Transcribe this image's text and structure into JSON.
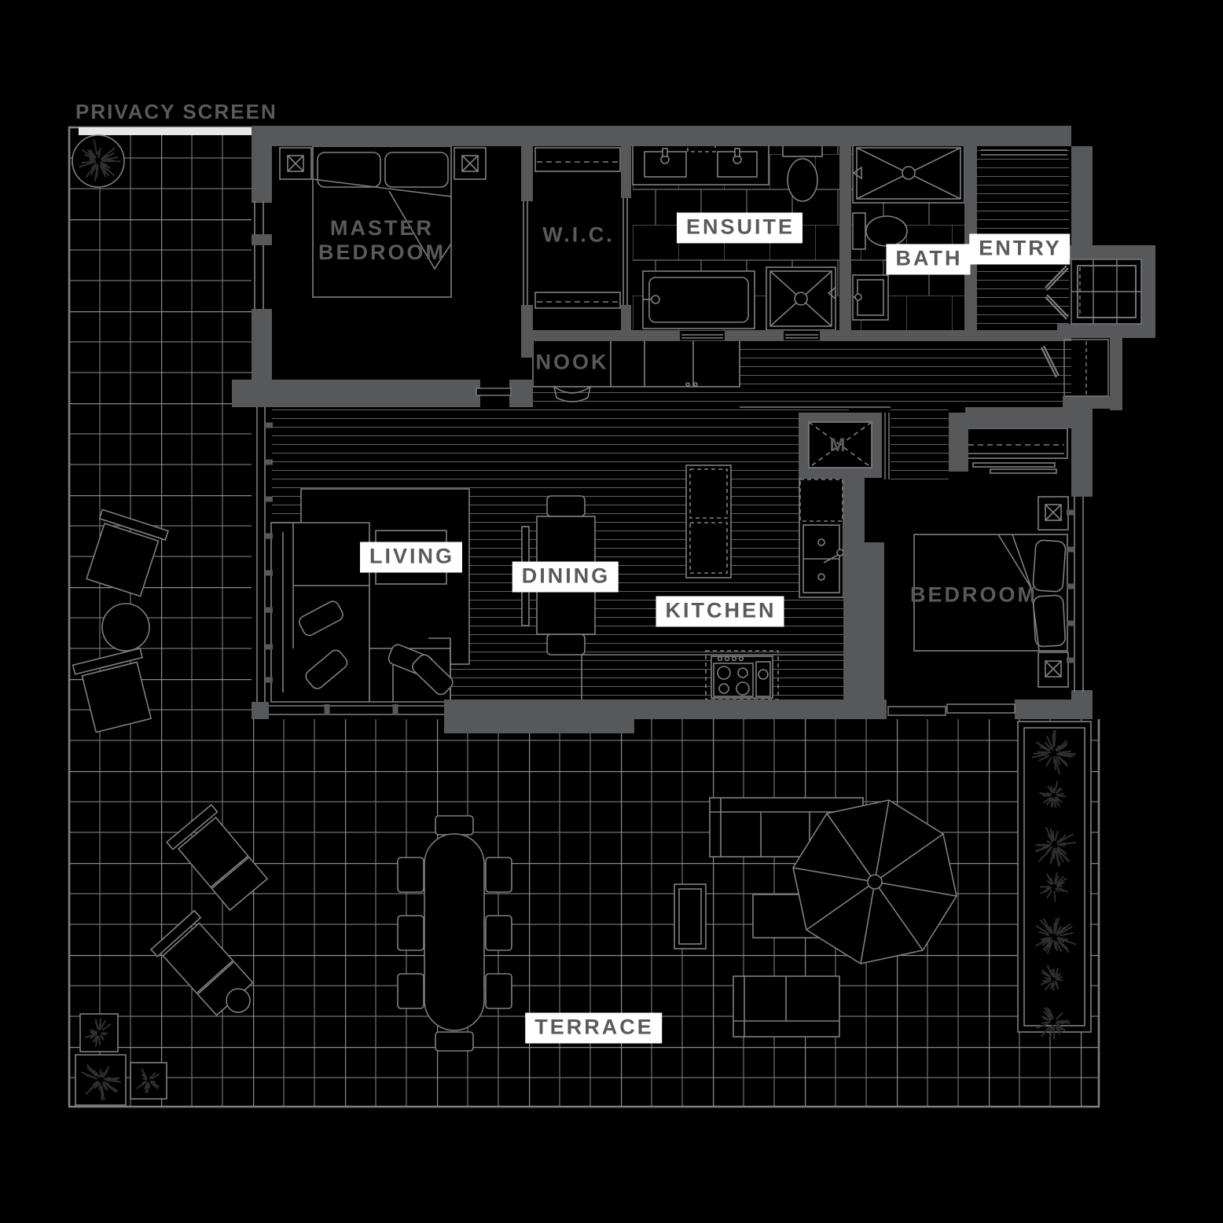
{
  "document_type": "apartment floor plan",
  "colors": {
    "background": "#000000",
    "wall": "#57585a",
    "line": "#7d7f82",
    "grid_minor": "#6f7173",
    "grid_major": "#898b8d",
    "wood_line": "#5f6062",
    "label_text": "#595a5c",
    "label_box": "#ffffff",
    "privacy_screen_bar": "#e7e8e9",
    "plant": "#2d2e30"
  },
  "labels": [
    {
      "id": "privacy-screen",
      "text": "PRIVACY SCREEN"
    },
    {
      "id": "master-bedroom",
      "text": "MASTER BEDROOM"
    },
    {
      "id": "wic",
      "text": "W.I.C."
    },
    {
      "id": "ensuite",
      "text": "ENSUITE"
    },
    {
      "id": "bath",
      "text": "BATH"
    },
    {
      "id": "entry",
      "text": "ENTRY"
    },
    {
      "id": "nook",
      "text": "NOOK"
    },
    {
      "id": "living",
      "text": "LIVING"
    },
    {
      "id": "dining",
      "text": "DINING"
    },
    {
      "id": "kitchen",
      "text": "KITCHEN"
    },
    {
      "id": "bedroom",
      "text": "BEDROOM"
    },
    {
      "id": "mechanical",
      "text": "M"
    },
    {
      "id": "terrace",
      "text": "TERRACE"
    }
  ]
}
